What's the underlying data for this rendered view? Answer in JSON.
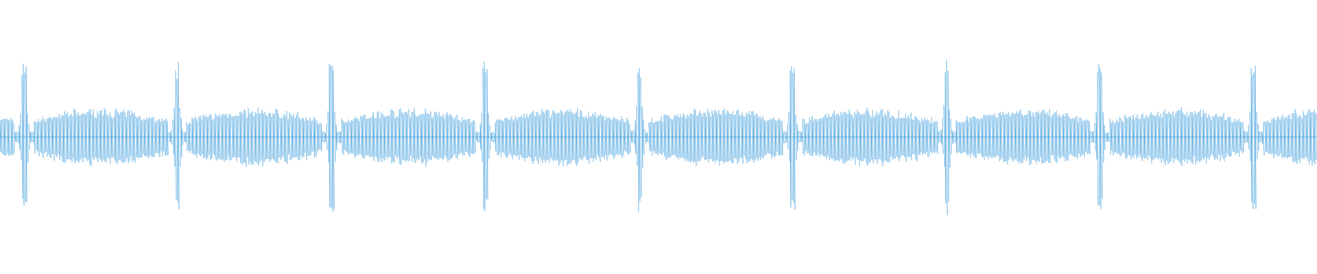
{
  "waveform": {
    "color": "#5dade2",
    "background": "#ffffff",
    "segments": 9,
    "peak_count": 9,
    "segment_amplitude": 0.27,
    "peak_amplitude": 0.72
  }
}
